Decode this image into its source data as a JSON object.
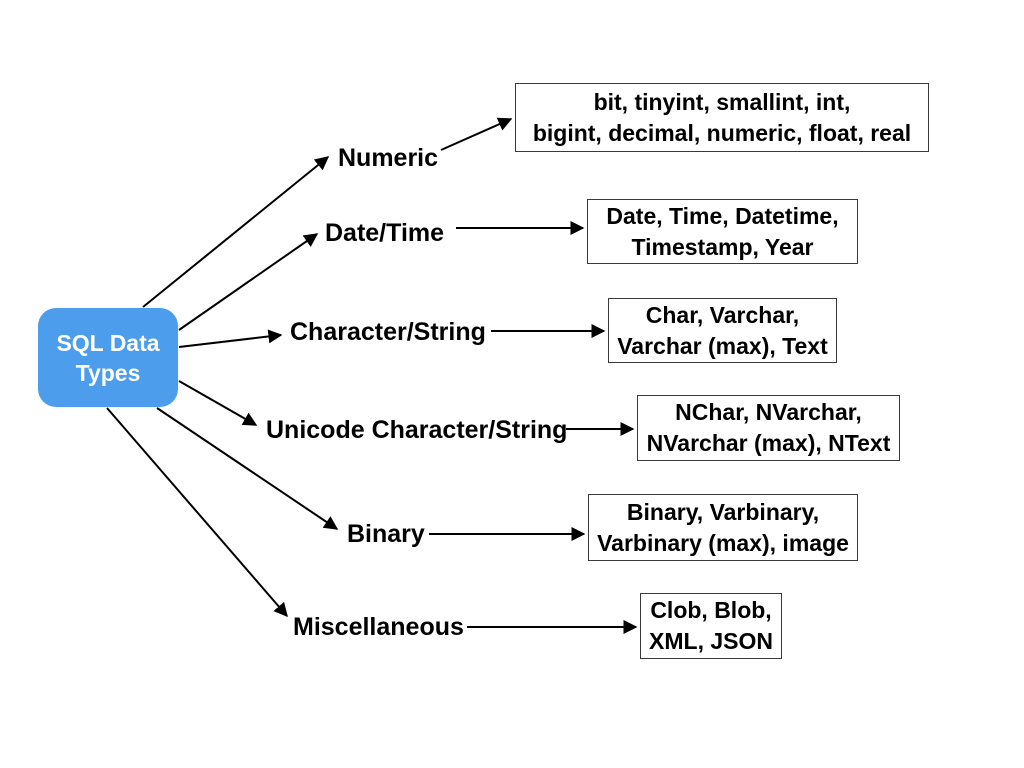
{
  "diagram": {
    "title": "SQL Data Types mind map",
    "root": {
      "label": "SQL Data Types",
      "fill": "#4C9EEC",
      "text_color": "#FFFFFF"
    },
    "branches": [
      {
        "label": "Numeric",
        "types": "bit, tinyint, smallint, int,\nbigint, decimal, numeric, float, real"
      },
      {
        "label": "Date/Time",
        "types": "Date, Time, Datetime,\nTimestamp, Year"
      },
      {
        "label": "Character/String",
        "types": "Char, Varchar,\nVarchar (max), Text"
      },
      {
        "label": "Unicode Character/String",
        "types": "NChar, NVarchar,\nNVarchar (max), NText"
      },
      {
        "label": "Binary",
        "types": "Binary, Varbinary,\nVarbinary (max), image"
      },
      {
        "label": "Miscellaneous",
        "types": "Clob, Blob,\nXML, JSON"
      }
    ],
    "line_color": "#000000",
    "box_border_color": "#3A3A3A",
    "background": "#FFFFFF"
  }
}
